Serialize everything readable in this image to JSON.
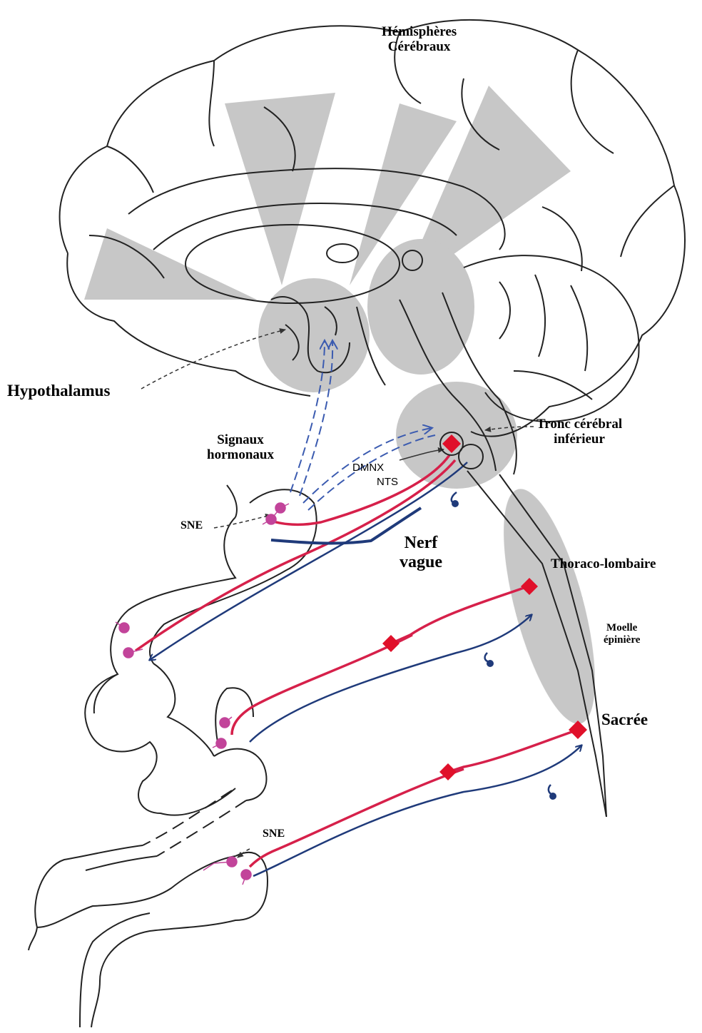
{
  "labels": {
    "hemispheres_line1": "Hémisphères",
    "hemispheres_line2": "Cérébraux",
    "hypothalamus": "Hypothalamus",
    "signaux_line1": "Signaux",
    "signaux_line2": "hormonaux",
    "tronc_line1": "Tronc cérébral",
    "tronc_line2": "inférieur",
    "dmnx": "DMNX",
    "nts": "NTS",
    "sne_upper": "SNE",
    "nerf_line1": "Nerf",
    "nerf_line2": "vague",
    "thoraco": "Thoraco-lombaire",
    "moelle_line1": "Moelle",
    "moelle_line2": "épinière",
    "sacree": "Sacrée",
    "sne_lower": "SNE"
  },
  "colors": {
    "efferent_red": "#d6204a",
    "afferent_blue": "#1f3a7a",
    "neuron_pink": "#c2449a",
    "nucleus_red": "#e0102a",
    "shading_gray": "#bdbdbd",
    "outline": "#222222"
  }
}
